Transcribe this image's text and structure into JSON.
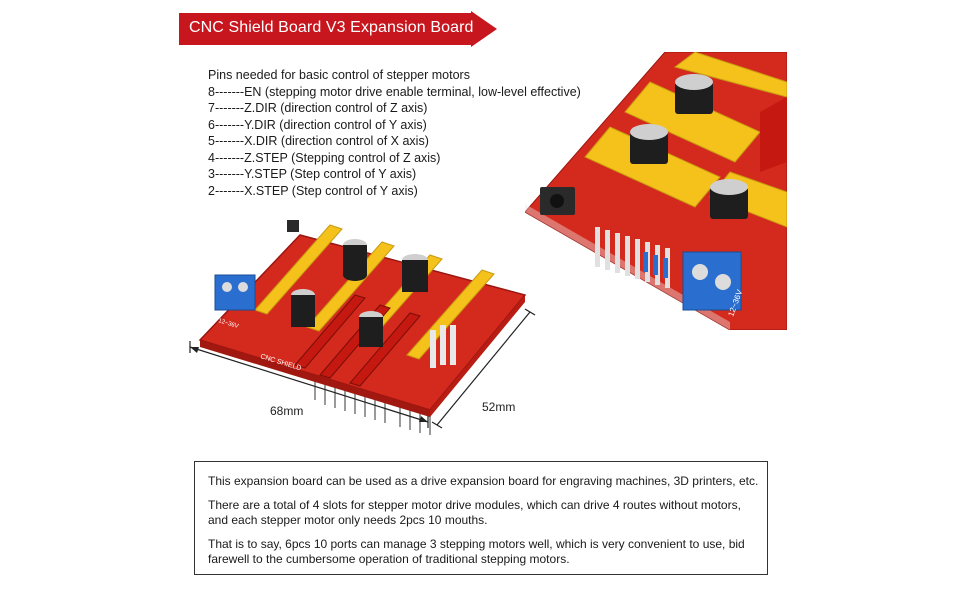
{
  "banner": {
    "title": "CNC Shield Board V3 Expansion Board"
  },
  "pins": {
    "heading": "Pins needed for basic control of stepper motors",
    "lines": [
      "8-------EN (stepping motor drive enable terminal, low-level effective)",
      "7-------Z.DIR (direction control of Z axis)",
      "6-------Y.DIR (direction control of Y axis)",
      "5-------X.DIR (direction control of X axis)",
      "4-------Z.STEP (Stepping control of Z axis)",
      "3-------Y.STEP (Step control of Y axis)",
      "2-------X.STEP (Step control of Y axis)"
    ]
  },
  "dimensions": {
    "width": "68mm",
    "height": "52mm"
  },
  "board": {
    "label": "CNC SHIELD",
    "voltage": "12~36V"
  },
  "description": {
    "p1": "This expansion board can be used as a drive expansion board for engraving machines, 3D printers, etc.",
    "p2a": "There are a total of 4 slots for stepper motor drive modules, which can drive 4 routes without motors,",
    "p2b": "and each stepper motor only needs 2pcs 10 mouths.",
    "p3a": "That is to say, 6pcs 10 ports can manage 3 stepping motors well, which is very convenient to use, bid",
    "p3b": "farewell to the cumbersome operation of traditional stepping motors."
  },
  "colors": {
    "banner": "#c8161e",
    "board": "#d42a1e",
    "slot": "#f4c21a",
    "terminal": "#2a6fd0"
  }
}
